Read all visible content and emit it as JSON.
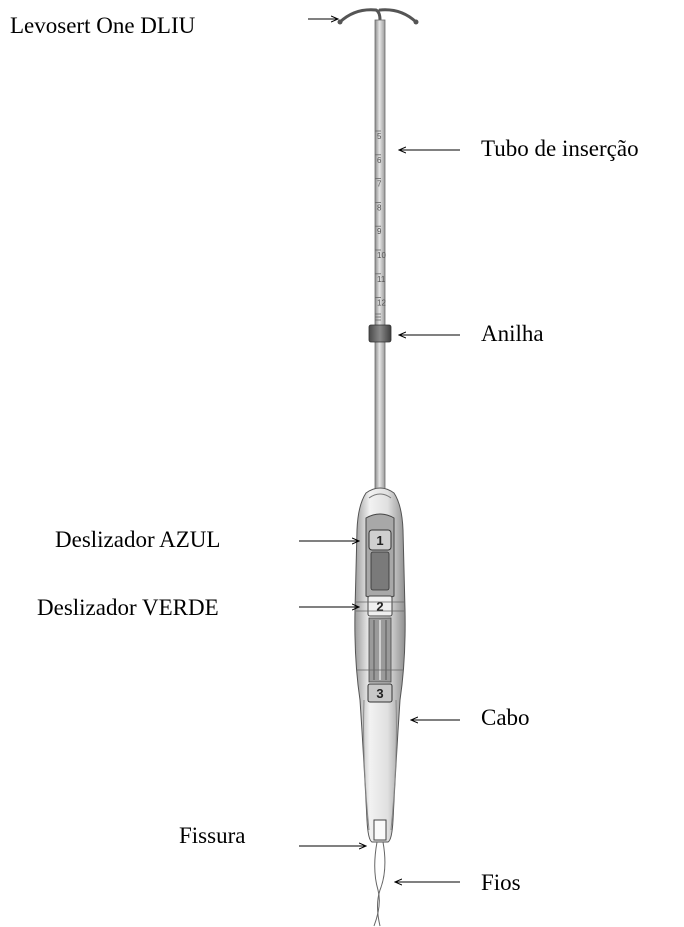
{
  "labels": {
    "iud": "Levosert One DLIU",
    "insertion_tube": "Tubo de inserção",
    "flange": "Anilha",
    "blue_slider": "Deslizador AZUL",
    "green_slider": "Deslizador VERDE",
    "handle": "Cabo",
    "slit": "Fissura",
    "threads": "Fios"
  },
  "scale_marks": [
    "5",
    "6",
    "7",
    "8",
    "9",
    "10",
    "11",
    "12"
  ],
  "slider_numbers": [
    "1",
    "2",
    "3"
  ],
  "colors": {
    "line": "#000000",
    "device_light": "#e9e9e9",
    "device_mid": "#bdbdbd",
    "device_dark": "#6f6f6f",
    "flange": "#5c5c5c"
  }
}
